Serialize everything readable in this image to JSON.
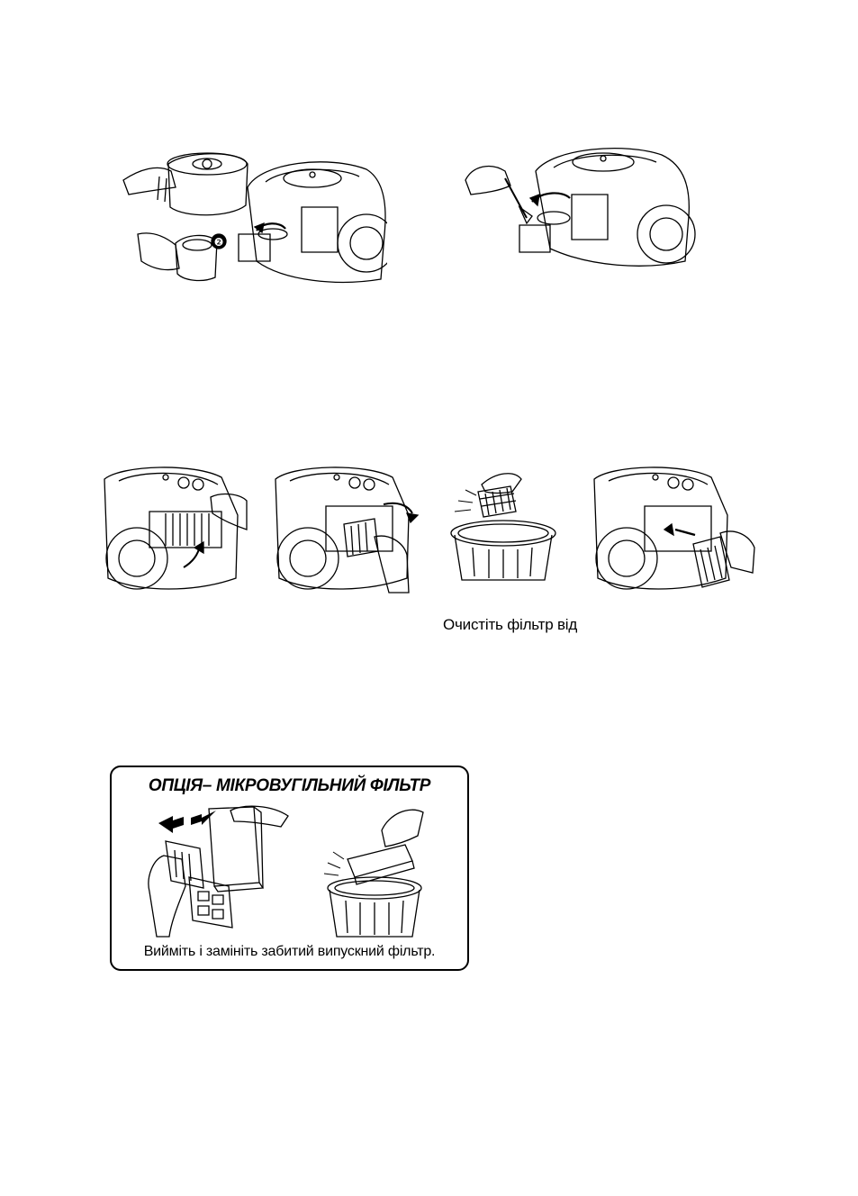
{
  "captions": {
    "clean_filter": "Очистіть фільтр від"
  },
  "option_box": {
    "title": "ОПЦІЯ– МІКРОВУГІЛЬНИЙ ФІЛЬТР",
    "caption": "Вийміть і замініть забитий випускний фільтр."
  },
  "markers": {
    "step_two": "❷"
  },
  "icons": [
    "vacuum-cleaner-illustration",
    "dust-bin-illustration",
    "hand-illustration",
    "filter-illustration",
    "trash-can-illustration",
    "arrow-icon"
  ]
}
